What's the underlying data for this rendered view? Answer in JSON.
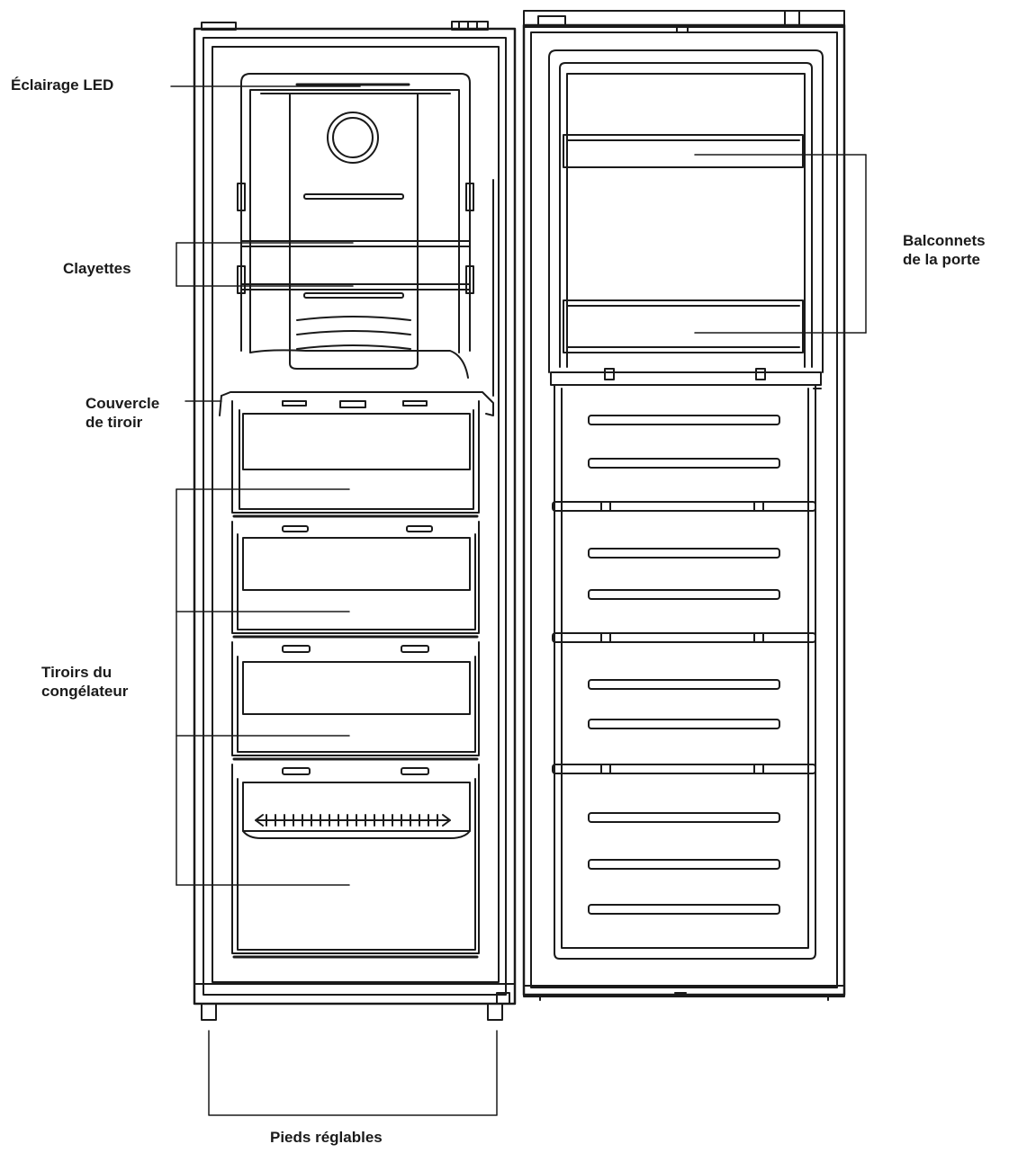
{
  "labels": {
    "led": "Éclairage LED",
    "shelves": "Clayettes",
    "drawer_cover_1": "Couvercle",
    "drawer_cover_2": "de tiroir",
    "drawers_1": "Tiroirs du",
    "drawers_2": "congélateur",
    "balconies_1": "Balconnets",
    "balconies_2": "de la porte",
    "feet": "Pieds réglables"
  },
  "colors": {
    "line": "#1a1a1a",
    "background": "#ffffff"
  }
}
